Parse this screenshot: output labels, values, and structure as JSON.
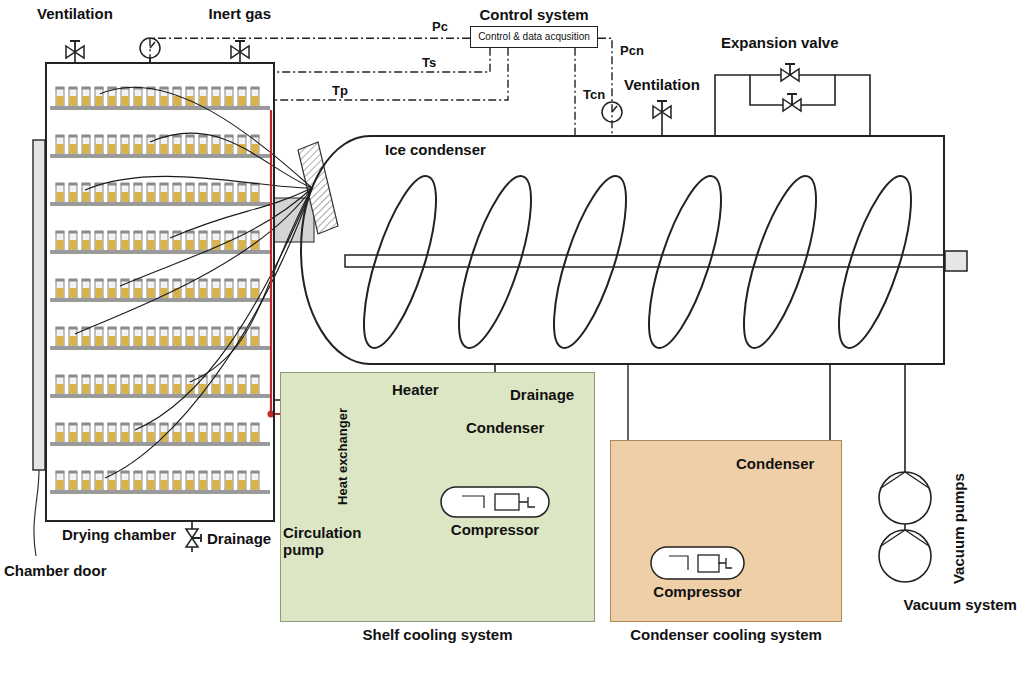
{
  "diagram": {
    "nodes": [
      {
        "text": [
          "Control system",
          "Control & data acqusition"
        ]
      },
      {
        "text": [
          "Drying chamber"
        ]
      },
      {
        "text": [
          "Ice condenser"
        ]
      },
      {
        "text": [
          "Shelf cooling system"
        ]
      },
      {
        "text": [
          "Compressor"
        ],
        "in": 3
      },
      {
        "text": [
          "Condenser cooling system"
        ]
      },
      {
        "text": [
          "Compressor"
        ],
        "in": 5
      }
    ],
    "edges": [
      {
        "from": 0,
        "to": 1,
        "label": "Pc",
        "arrow": "none"
      },
      {
        "from": 0,
        "to": 1,
        "label": "Ts",
        "arrow": "none"
      },
      {
        "from": 0,
        "to": 1,
        "label": "Tp",
        "arrow": "none"
      },
      {
        "from": 0,
        "to": 2,
        "label": "Pcn",
        "arrow": "none"
      },
      {
        "from": 0,
        "to": 2,
        "label": "Tcn",
        "arrow": "none"
      },
      {
        "from": 6,
        "to": 2,
        "arrow": "none"
      }
    ],
    "labels": [
      "Ventilation",
      "Inert gas",
      "Ventilation",
      "Expansion valve",
      "Chamber door",
      "Drainage",
      "Drainage",
      "Heater",
      "Heat exchanger",
      "Condenser",
      "Circulation pump",
      "Condenser",
      "Vacuum pumps",
      "Vacuum system"
    ]
  }
}
